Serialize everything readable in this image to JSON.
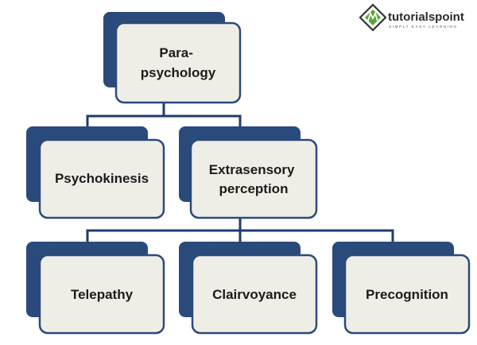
{
  "logo": {
    "name": "tutorialspoint",
    "tagline": "SIMPLY EASY LEARNING",
    "accent_color": "#5aa33a"
  },
  "colors": {
    "back_panel": "#2b4a7c",
    "front_panel": "#efeee6",
    "front_border": "#2b4a7c",
    "connector": "#1f3c6e"
  },
  "diagram": {
    "root": {
      "label": [
        "Para-",
        "psychology"
      ]
    },
    "level1": [
      {
        "label": [
          "Psychokinesis"
        ]
      },
      {
        "label": [
          "Extrasensory",
          "perception"
        ]
      }
    ],
    "level2": [
      {
        "label": [
          "Telepathy"
        ]
      },
      {
        "label": [
          "Clairvoyance"
        ]
      },
      {
        "label": [
          "Precognition"
        ]
      }
    ]
  }
}
